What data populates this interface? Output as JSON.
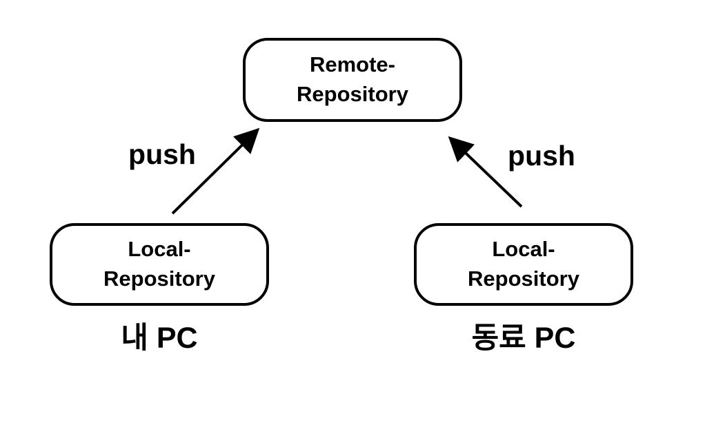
{
  "canvas": {
    "background": "#ffffff"
  },
  "colors": {
    "stroke": "#000000",
    "text": "#000000"
  },
  "nodes": {
    "remote": {
      "line1": "Remote-",
      "line2": "Repository"
    },
    "local_left": {
      "line1": "Local-",
      "line2": "Repository"
    },
    "local_right": {
      "line1": "Local-",
      "line2": "Repository"
    }
  },
  "edges": {
    "left": {
      "label": "push",
      "from": "local-repository-left",
      "to": "remote-repository"
    },
    "right": {
      "label": "push",
      "from": "local-repository-right",
      "to": "remote-repository"
    }
  },
  "captions": {
    "left": "내 PC",
    "right": "동료 PC"
  }
}
